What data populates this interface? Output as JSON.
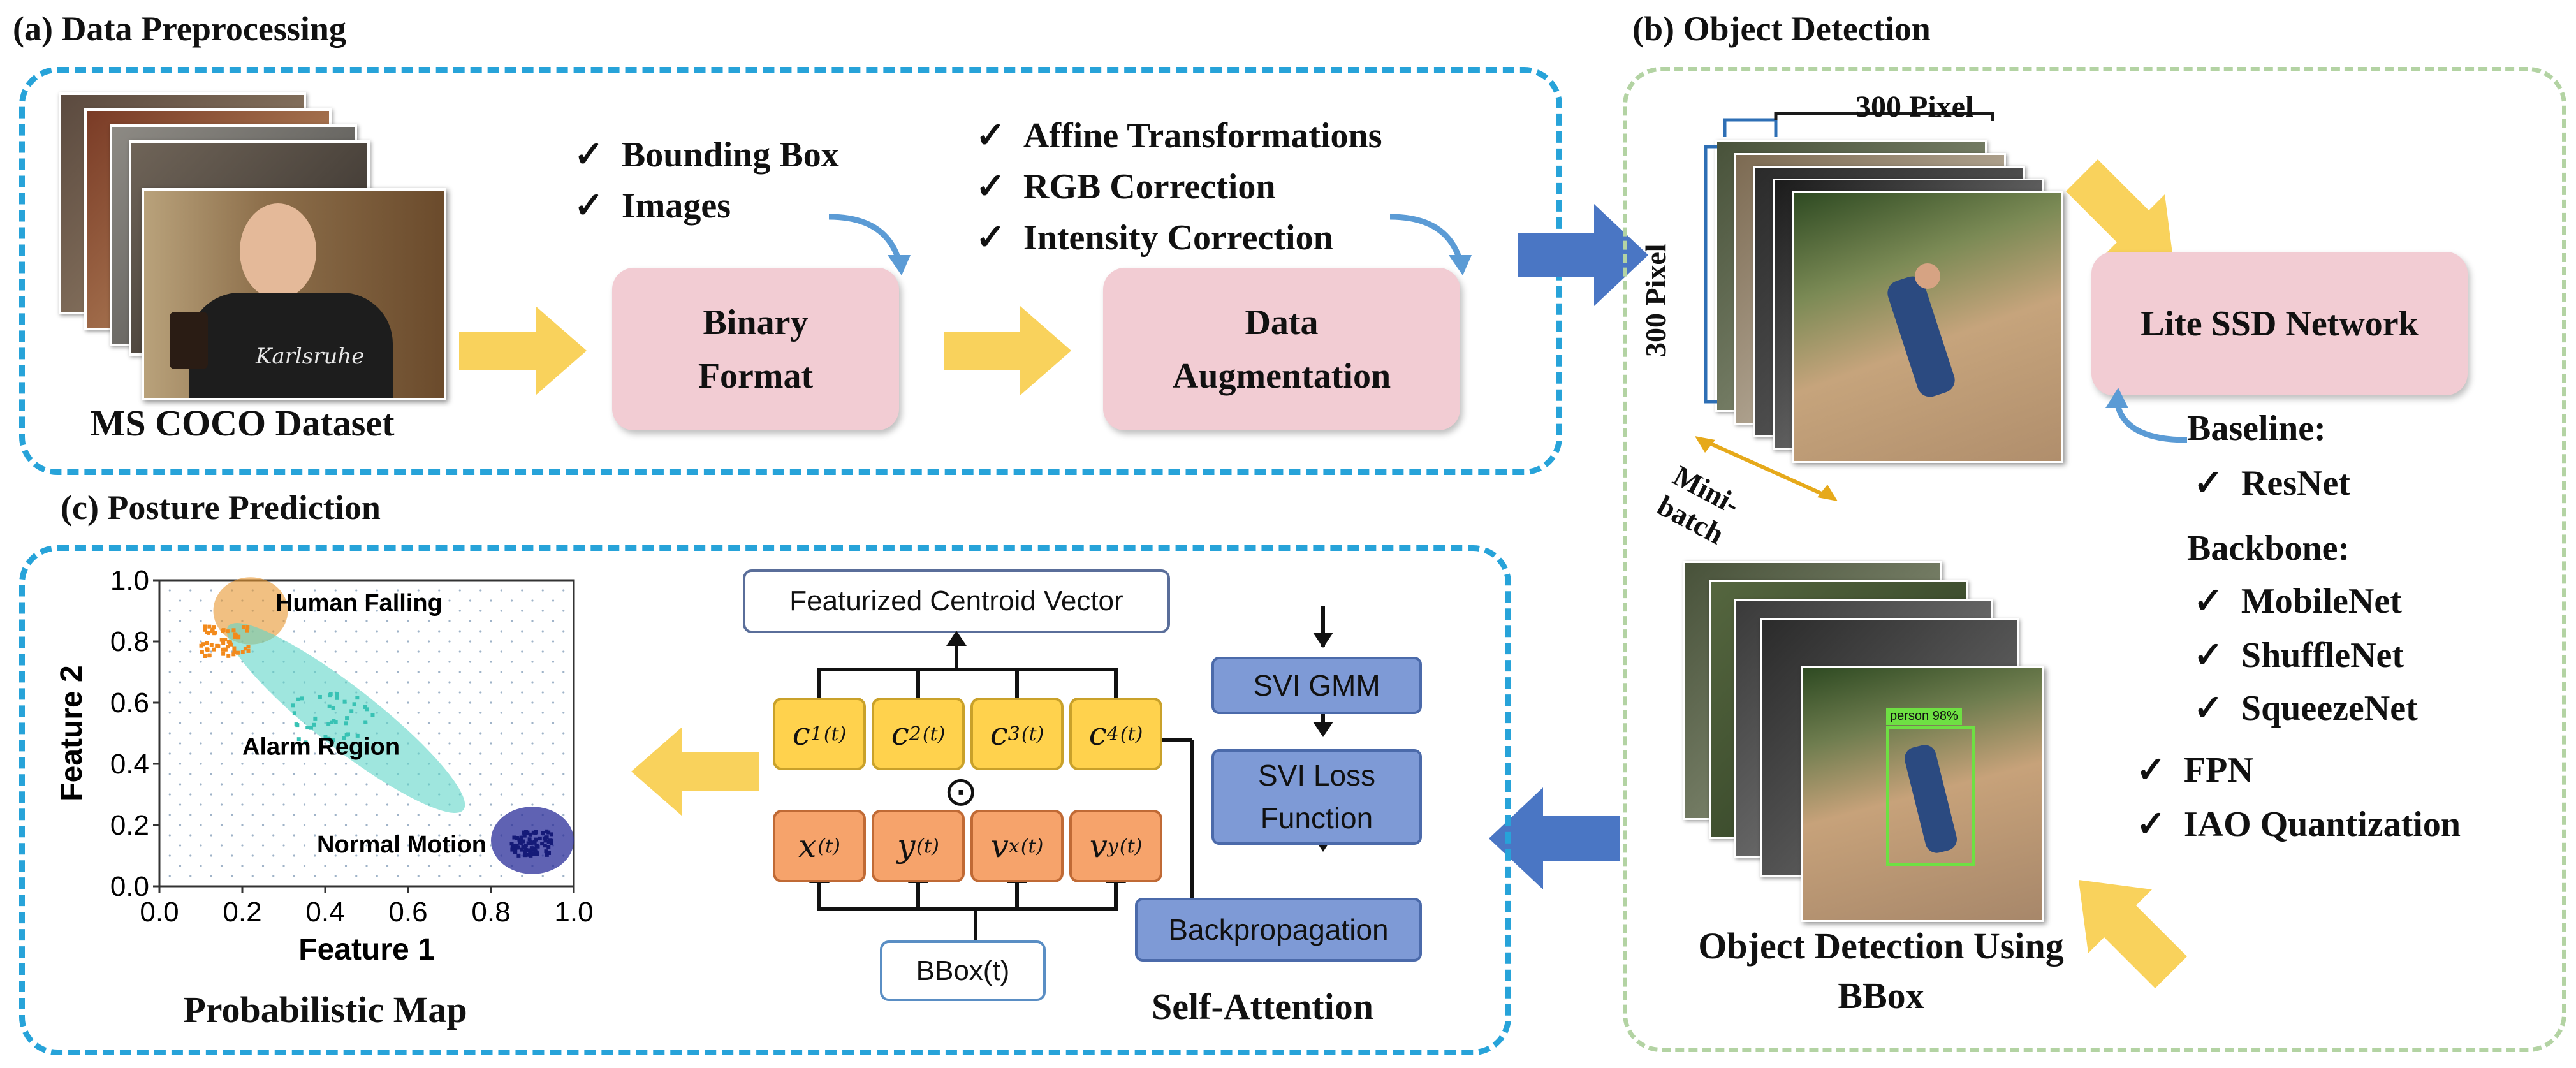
{
  "sections": {
    "preprocessing_title": "(a) Data Preprocessing",
    "detection_title": "(b) Object Detection",
    "posture_title": "(c) Posture Prediction"
  },
  "preprocessing": {
    "dataset_label": "MS COCO Dataset",
    "shirt_text": "Karlsruhe",
    "binary_checks": [
      "Bounding Box",
      "Images"
    ],
    "binary_box": "Binary Format",
    "augment_checks": [
      "Affine Transformations",
      "RGB Correction",
      "Intensity Correction"
    ],
    "augment_box": "Data Augmentation"
  },
  "detection": {
    "width_label": "300 Pixel",
    "height_label": "300 Pixel",
    "minibatch_label": "Mini-batch",
    "network_box": "Lite SSD Network",
    "baseline_heading": "Baseline:",
    "baseline_items": [
      "ResNet"
    ],
    "backbone_heading": "Backbone:",
    "backbone_items": [
      "MobileNet",
      "ShuffleNet",
      "SqueezeNet"
    ],
    "extra_items": [
      "FPN",
      "IAO Quantization"
    ],
    "result_label": "Object Detection Using BBox",
    "bbox_tag": "person  98%"
  },
  "posture": {
    "centroid_box": "Featurized Centroid Vector",
    "centroid_cells": [
      "c1",
      "c2",
      "c3",
      "c4"
    ],
    "bbox_cells": [
      "x",
      "y",
      "vx",
      "vy"
    ],
    "time_index": "(t)",
    "operator": "⊙",
    "bbox_input": "BBox(t)",
    "steps": [
      "SVI GMM",
      "SVI Loss Function",
      "Backpropagation"
    ],
    "attention_label": "Self-Attention",
    "map_label": "Probabilistic Map"
  },
  "chart_data": {
    "type": "scatter",
    "xlabel": "Feature 1",
    "ylabel": "Feature 2",
    "xlim": [
      0.0,
      1.0
    ],
    "ylim": [
      0.0,
      1.0
    ],
    "xticks": [
      "0.0",
      "0.2",
      "0.4",
      "0.6",
      "0.8",
      "1.0"
    ],
    "yticks": [
      "0.0",
      "0.2",
      "0.4",
      "0.6",
      "0.8",
      "1.0"
    ],
    "regions": [
      {
        "name": "Human Falling",
        "center": [
          0.22,
          0.9
        ],
        "color": "#e8962e"
      },
      {
        "name": "Alarm Region",
        "center": [
          0.45,
          0.55
        ],
        "color": "#5fd6c8"
      },
      {
        "name": "Normal Motion",
        "center": [
          0.9,
          0.15
        ],
        "color": "#2a2d9a"
      }
    ]
  },
  "colors": {
    "dashed_blue": "#27a3d9",
    "dashed_green": "#b3d3a3",
    "pink": "#f2ccd3",
    "yellow_arrow": "#f9d25c",
    "blue_arrow": "#4a76c4",
    "step_blue": "#7e9ad6",
    "cell_yellow": "#ffd24d",
    "cell_orange": "#f6a36b"
  }
}
